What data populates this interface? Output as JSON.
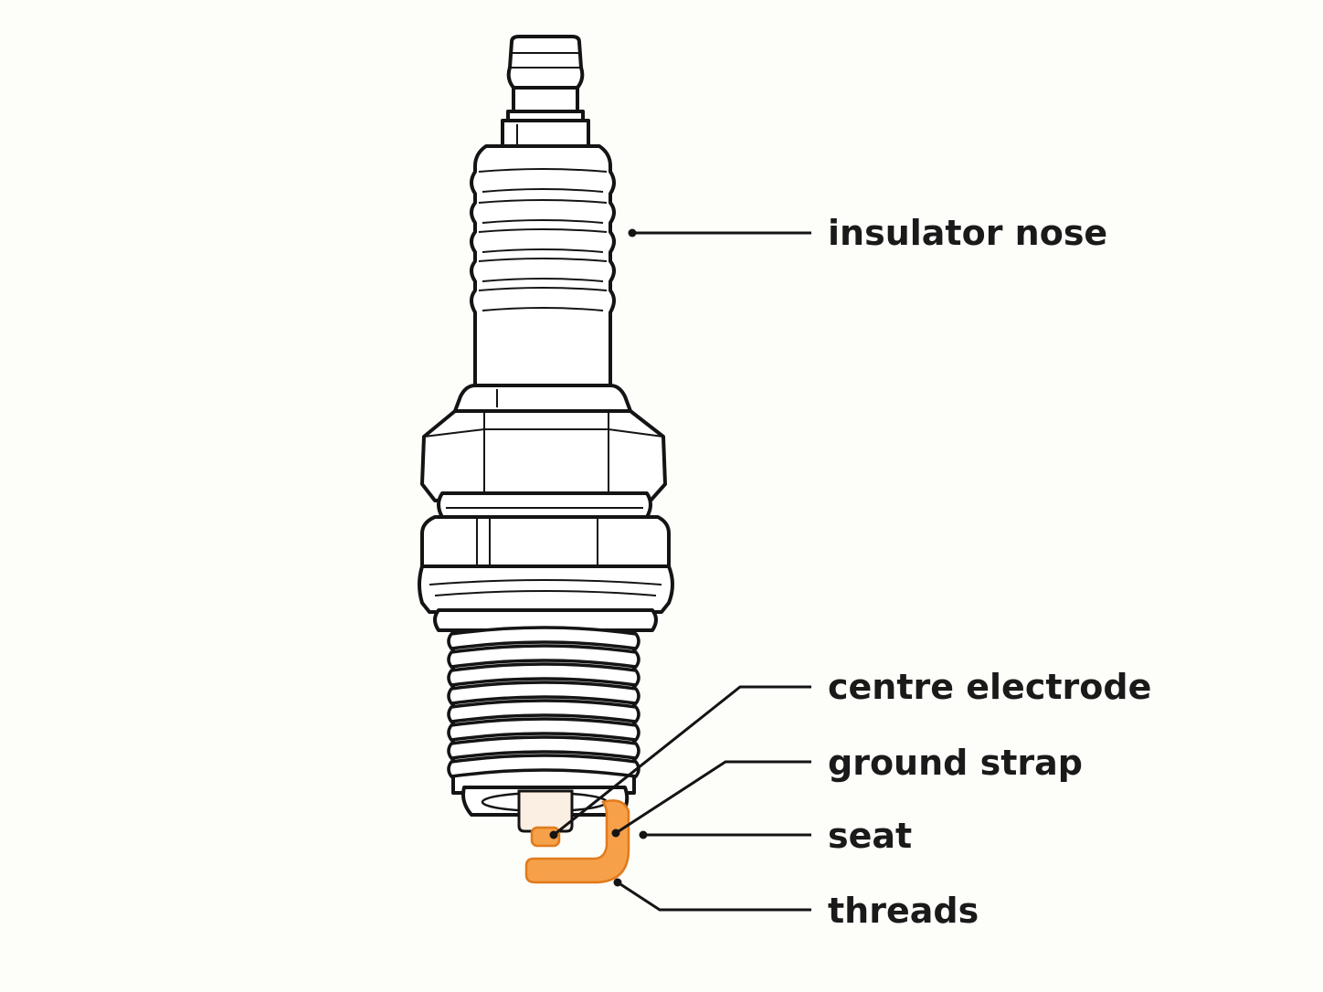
{
  "labels": {
    "insulator_nose": "insulator nose",
    "centre_electrode": "centre electrode",
    "ground_strap": "ground strap",
    "seat": "seat",
    "threads": "threads"
  },
  "colors": {
    "background": "#fdfdfa",
    "outline": "#141414",
    "highlight": "#f6a04a",
    "highlight_stroke": "#e07b1a",
    "insulator_tip": "#fbeee2"
  }
}
